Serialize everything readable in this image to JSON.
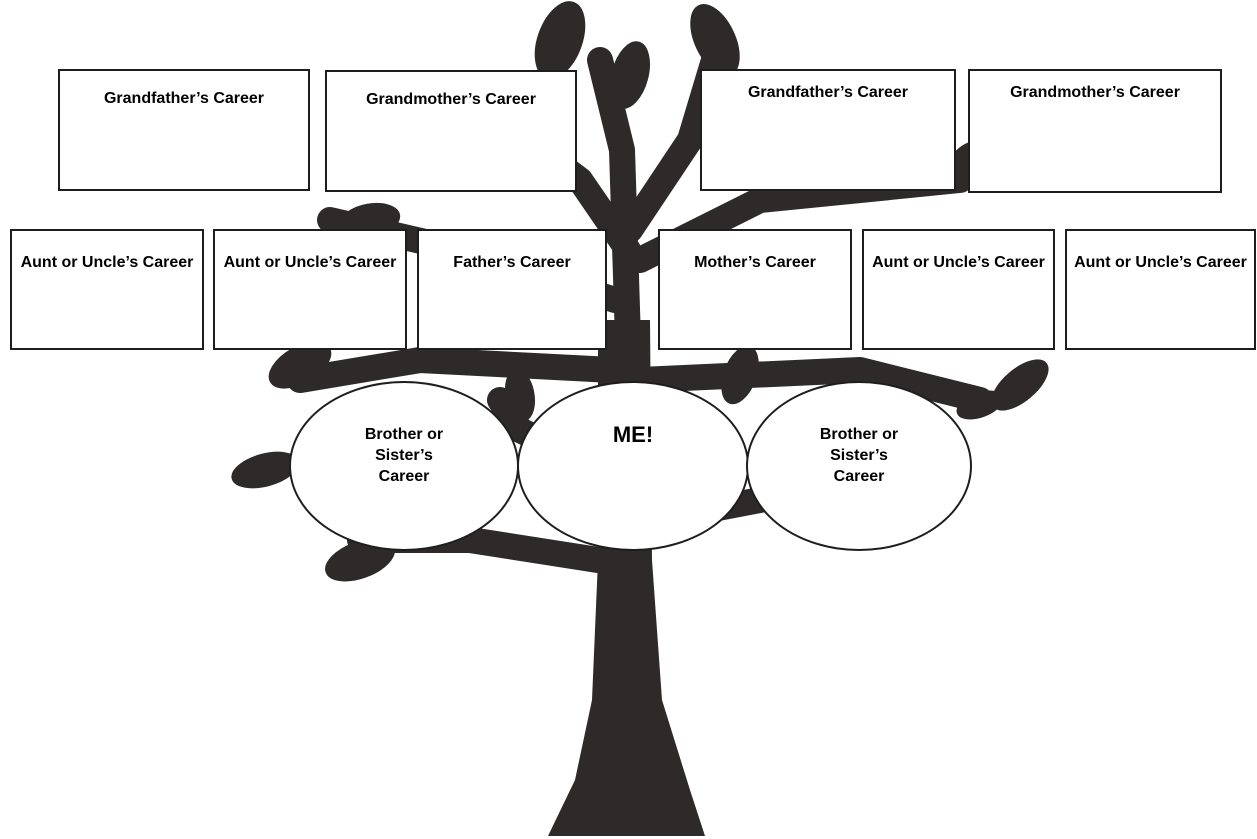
{
  "colors": {
    "tree": "#2e2a2a",
    "outline": "#1e1e1e",
    "background": "#ffffff"
  },
  "grandparents": [
    "Grandfather’s Career",
    "Grandmother’s Career",
    "Grandfather’s Career",
    "Grandmother’s Career"
  ],
  "parents_row": [
    "Aunt or Uncle’s Career",
    "Aunt or Uncle’s Career",
    "Father’s Career",
    "Mother’s Career",
    "Aunt or Uncle’s Career",
    "Aunt or Uncle’s Career"
  ],
  "circles": {
    "left": "Brother or Sister’s Career",
    "center": "ME!",
    "right": "Brother or Sister’s Career"
  }
}
